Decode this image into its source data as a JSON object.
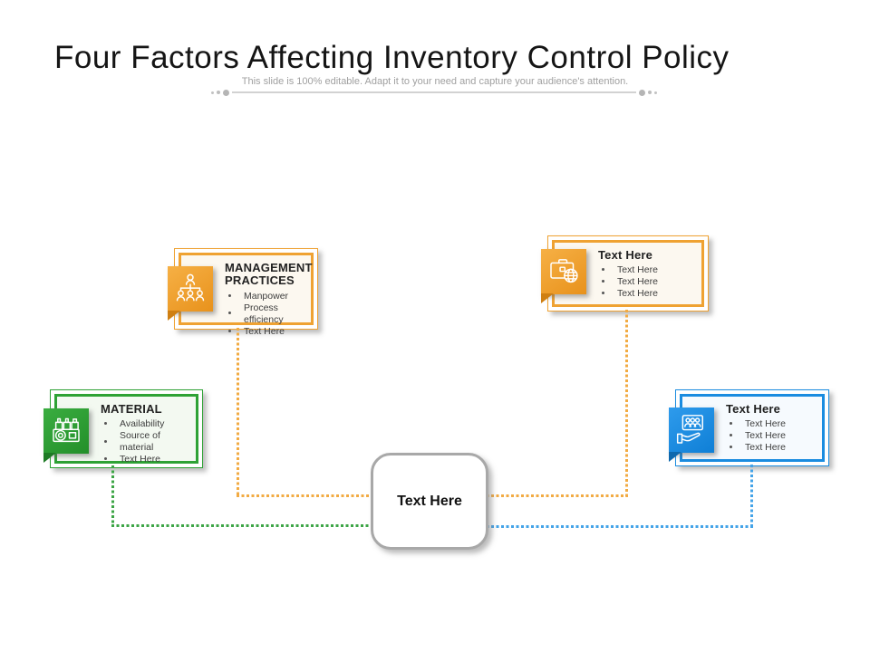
{
  "slide": {
    "title": "Four Factors Affecting Inventory Control Policy",
    "subtitle": "This slide is 100% editable. Adapt it to your need and capture your audience's attention."
  },
  "center_node": {
    "label": "Text Here"
  },
  "factors": {
    "management": {
      "title": "MANAGEMENT PRACTICES",
      "bullets": [
        "Manpower",
        "Process efficiency",
        "Text Here"
      ],
      "accent_color": "#EFA232",
      "icon": "org-chart-icon"
    },
    "top_right": {
      "title": "Text Here",
      "bullets": [
        "Text Here",
        "Text Here",
        "Text Here"
      ],
      "accent_color": "#EFA232",
      "icon": "briefcase-globe-icon"
    },
    "material": {
      "title": "MATERIAL",
      "bullets": [
        "Availability",
        "Source of material",
        "Text Here"
      ],
      "accent_color": "#2EA235",
      "icon": "production-machine-icon"
    },
    "right": {
      "title": "Text Here",
      "bullets": [
        "Text Here",
        "Text Here",
        "Text Here"
      ],
      "accent_color": "#1A8CE0",
      "icon": "hand-holding-team-icon"
    }
  },
  "colors": {
    "orange": "#EFA232",
    "green": "#2EA235",
    "blue": "#1A8CE0",
    "center_border": "#A8A8A8"
  }
}
